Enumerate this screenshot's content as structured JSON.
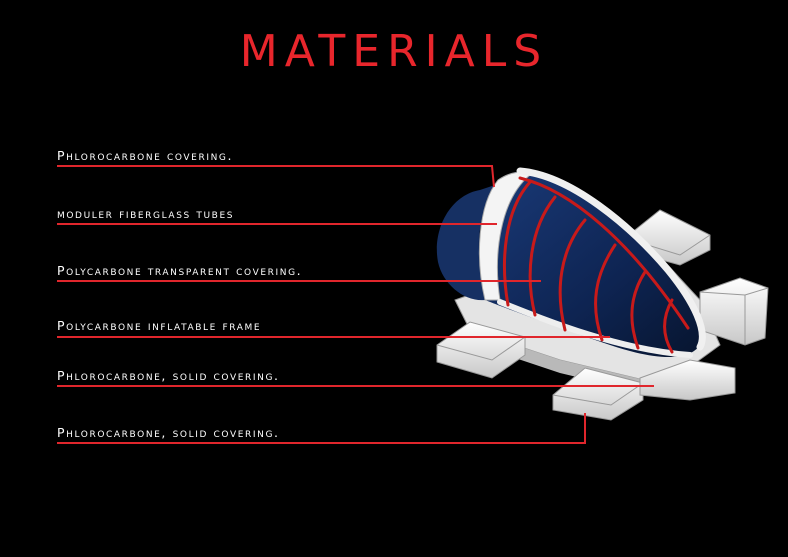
{
  "title": "MATERIALS",
  "labels": [
    "Phlorocarbone covering.",
    "moduler fiberglass tubes",
    "Polycarbone transparent covering.",
    "Polycarbone inflatable frame",
    "Phlorocarbone, solid covering.",
    "Phlorocarbone, solid covering."
  ],
  "colors": {
    "background": "#000000",
    "title": "#e8262c",
    "leader_line": "#e0262c",
    "dome": "#0f2550",
    "frame": "#f2f2f2",
    "tube": "#c81a1a"
  }
}
